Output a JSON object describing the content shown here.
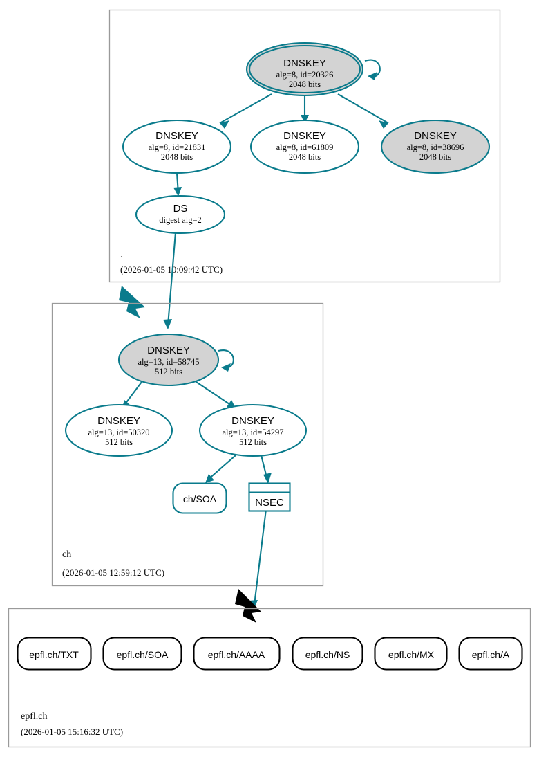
{
  "diagram": {
    "kind": "dnssec-authentication-chain",
    "colors": {
      "secure": "#0a7b8c",
      "insecure": "#000000",
      "node_fill_ksk": "#d3d3d3",
      "node_fill_zsk": "#ffffff",
      "cluster_border": "#9a9a9a",
      "background": "#ffffff"
    }
  },
  "zones": [
    {
      "id": "root",
      "name": ".",
      "timestamp": "(2026-01-05 10:09:42 UTC)",
      "nodes": [
        {
          "id": "root-ksk-20326",
          "shape": "doubleellipse",
          "fill": "#d3d3d3",
          "title": "DNSKEY",
          "line2": "alg=8, id=20326",
          "line3": "2048 bits",
          "self_signed": true
        },
        {
          "id": "root-zsk-21831",
          "shape": "ellipse",
          "fill": "#ffffff",
          "title": "DNSKEY",
          "line2": "alg=8, id=21831",
          "line3": "2048 bits",
          "self_signed": false
        },
        {
          "id": "root-zsk-61809",
          "shape": "ellipse",
          "fill": "#ffffff",
          "title": "DNSKEY",
          "line2": "alg=8, id=61809",
          "line3": "2048 bits",
          "self_signed": false
        },
        {
          "id": "root-zsk-38696",
          "shape": "ellipse",
          "fill": "#d3d3d3",
          "title": "DNSKEY",
          "line2": "alg=8, id=38696",
          "line3": "2048 bits",
          "self_signed": false
        },
        {
          "id": "root-ds",
          "shape": "ellipse",
          "fill": "#ffffff",
          "title": "DS",
          "line2": "digest alg=2",
          "line3": "",
          "self_signed": false
        }
      ]
    },
    {
      "id": "ch",
      "name": "ch",
      "timestamp": "(2026-01-05 12:59:12 UTC)",
      "nodes": [
        {
          "id": "ch-ksk-58745",
          "shape": "ellipse",
          "fill": "#d3d3d3",
          "title": "DNSKEY",
          "line2": "alg=13, id=58745",
          "line3": "512 bits",
          "self_signed": true
        },
        {
          "id": "ch-zsk-50320",
          "shape": "ellipse",
          "fill": "#ffffff",
          "title": "DNSKEY",
          "line2": "alg=13, id=50320",
          "line3": "512 bits",
          "self_signed": false
        },
        {
          "id": "ch-zsk-54297",
          "shape": "ellipse",
          "fill": "#ffffff",
          "title": "DNSKEY",
          "line2": "alg=13, id=54297",
          "line3": "512 bits",
          "self_signed": false
        },
        {
          "id": "ch-soa",
          "shape": "rounded-rect",
          "fill": "#ffffff",
          "title": "ch/SOA",
          "line2": "",
          "line3": "",
          "self_signed": false
        },
        {
          "id": "ch-nsec",
          "shape": "record-rect",
          "fill": "#ffffff",
          "title": "NSEC",
          "line2": "",
          "line3": "",
          "self_signed": false
        }
      ]
    },
    {
      "id": "epfl",
      "name": "epfl.ch",
      "timestamp": "(2026-01-05 15:16:32 UTC)",
      "nodes": [
        {
          "id": "epfl-txt",
          "shape": "rounded-rect",
          "fill": "#ffffff",
          "title": "epfl.ch/TXT",
          "line2": "",
          "line3": "",
          "self_signed": false
        },
        {
          "id": "epfl-soa",
          "shape": "rounded-rect",
          "fill": "#ffffff",
          "title": "epfl.ch/SOA",
          "line2": "",
          "line3": "",
          "self_signed": false
        },
        {
          "id": "epfl-aaaa",
          "shape": "rounded-rect",
          "fill": "#ffffff",
          "title": "epfl.ch/AAAA",
          "line2": "",
          "line3": "",
          "self_signed": false
        },
        {
          "id": "epfl-ns",
          "shape": "rounded-rect",
          "fill": "#ffffff",
          "title": "epfl.ch/NS",
          "line2": "",
          "line3": "",
          "self_signed": false
        },
        {
          "id": "epfl-mx",
          "shape": "rounded-rect",
          "fill": "#ffffff",
          "title": "epfl.ch/MX",
          "line2": "",
          "line3": "",
          "self_signed": false
        },
        {
          "id": "epfl-a",
          "shape": "rounded-rect",
          "fill": "#ffffff",
          "title": "epfl.ch/A",
          "line2": "",
          "line3": "",
          "self_signed": false
        }
      ]
    }
  ],
  "edges": [
    {
      "from": "root-ksk-20326",
      "to": "root-zsk-21831",
      "style": "secure"
    },
    {
      "from": "root-ksk-20326",
      "to": "root-zsk-61809",
      "style": "secure"
    },
    {
      "from": "root-ksk-20326",
      "to": "root-zsk-38696",
      "style": "secure"
    },
    {
      "from": "root-zsk-21831",
      "to": "root-ds",
      "style": "secure"
    },
    {
      "from": "root-ds",
      "to": "ch-ksk-58745",
      "style": "secure"
    },
    {
      "from": "ch-ksk-58745",
      "to": "ch-zsk-50320",
      "style": "secure"
    },
    {
      "from": "ch-ksk-58745",
      "to": "ch-zsk-54297",
      "style": "secure"
    },
    {
      "from": "ch-zsk-54297",
      "to": "ch-soa",
      "style": "secure"
    },
    {
      "from": "ch-zsk-54297",
      "to": "ch-nsec",
      "style": "secure"
    },
    {
      "from": "ch-nsec",
      "to": "epfl",
      "style": "secure"
    }
  ],
  "zone_edges": [
    {
      "from": "root",
      "to": "ch",
      "style": "secure"
    },
    {
      "from": "ch",
      "to": "epfl",
      "style": "insecure"
    }
  ]
}
